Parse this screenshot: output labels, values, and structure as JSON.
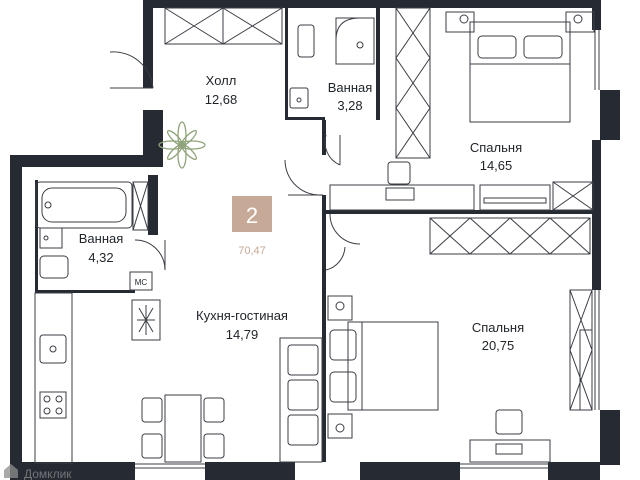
{
  "rooms": [
    {
      "name": "Холл",
      "area": "12,68"
    },
    {
      "name": "Ванная",
      "area": "3,28"
    },
    {
      "name": "Спальня",
      "area": "14,65"
    },
    {
      "name": "Ванная",
      "area": "4,32"
    },
    {
      "name": "Кухня-гостиная",
      "area": "14,79"
    },
    {
      "name": "Спальня",
      "area": "20,75"
    }
  ],
  "apartment": {
    "rooms_count": "2",
    "total_area": "70,47"
  },
  "labels": {
    "laundry": "МС"
  },
  "watermark": {
    "text": "Домклик"
  },
  "colors": {
    "wall": "#262a33",
    "line": "#3a3d44",
    "accent": "#c6a996",
    "plant": "#8fa37a"
  }
}
